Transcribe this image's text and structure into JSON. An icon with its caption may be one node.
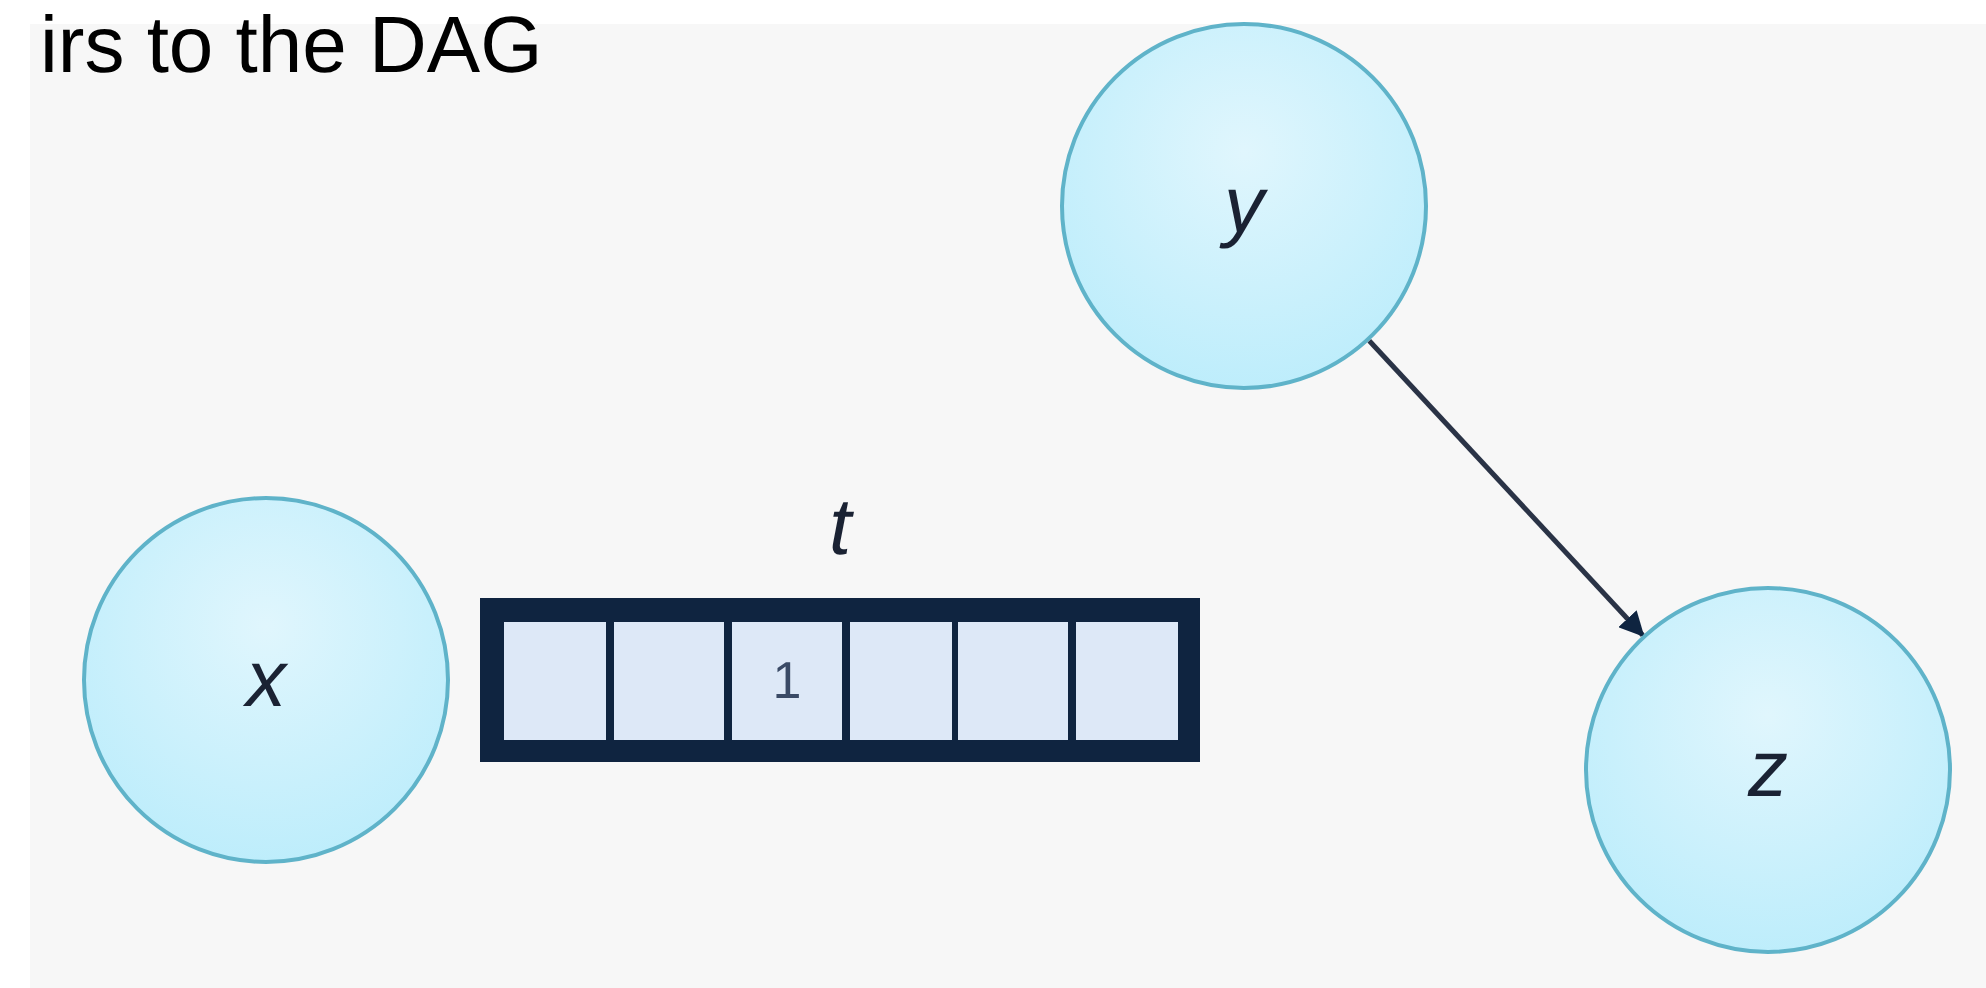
{
  "diagram": {
    "nodes": [
      {
        "text": [
          "y"
        ]
      },
      {
        "text": [
          "t"
        ]
      },
      {
        "text": [],
        "shape": "box",
        "in": 1
      },
      {
        "text": [],
        "shape": "box",
        "in": 1
      },
      {
        "text": [
          "1"
        ],
        "in": 1
      },
      {
        "text": [],
        "shape": "box",
        "in": 1
      },
      {
        "text": [],
        "shape": "box",
        "in": 1
      },
      {
        "text": [],
        "shape": "box",
        "in": 1
      },
      {
        "text": [
          "x"
        ]
      },
      {
        "text": [
          "z"
        ]
      }
    ],
    "edges": [
      {
        "from": 0,
        "to": 9,
        "arrow": "to"
      }
    ],
    "labels": [
      "irs to the DAG"
    ]
  }
}
